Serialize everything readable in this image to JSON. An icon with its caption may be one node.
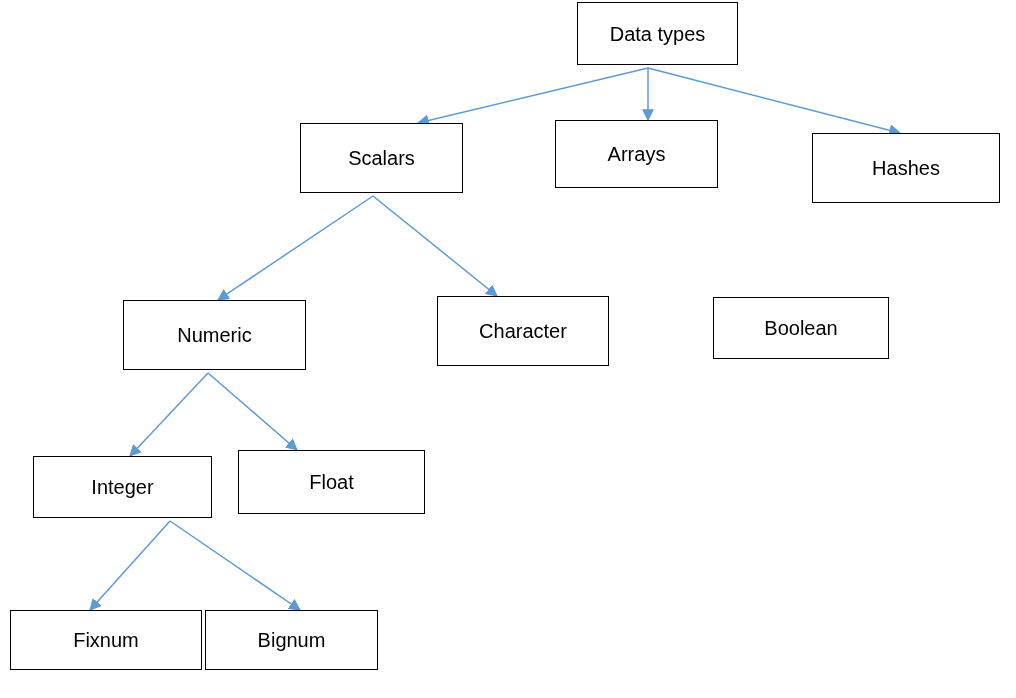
{
  "diagram": {
    "nodes": [
      {
        "text": [
          "Data types"
        ]
      },
      {
        "text": [
          "Scalars"
        ]
      },
      {
        "text": [
          "Arrays"
        ]
      },
      {
        "text": [
          "Hashes"
        ]
      },
      {
        "text": [
          "Numeric"
        ]
      },
      {
        "text": [
          "Character"
        ]
      },
      {
        "text": [
          "Boolean"
        ]
      },
      {
        "text": [
          "Integer"
        ]
      },
      {
        "text": [
          "Float"
        ]
      },
      {
        "text": [
          "Fixnum"
        ]
      },
      {
        "text": [
          "Bignum"
        ]
      }
    ],
    "edges": [
      {
        "from": 0,
        "to": 1,
        "arrow": "to"
      },
      {
        "from": 0,
        "to": 2,
        "arrow": "to"
      },
      {
        "from": 0,
        "to": 3,
        "arrow": "to"
      },
      {
        "from": 1,
        "to": 4,
        "arrow": "to"
      },
      {
        "from": 1,
        "to": 5,
        "arrow": "to"
      },
      {
        "from": 4,
        "to": 7,
        "arrow": "to"
      },
      {
        "from": 4,
        "to": 8,
        "arrow": "to"
      },
      {
        "from": 7,
        "to": 9,
        "arrow": "to"
      },
      {
        "from": 7,
        "to": 10,
        "arrow": "to"
      }
    ]
  }
}
